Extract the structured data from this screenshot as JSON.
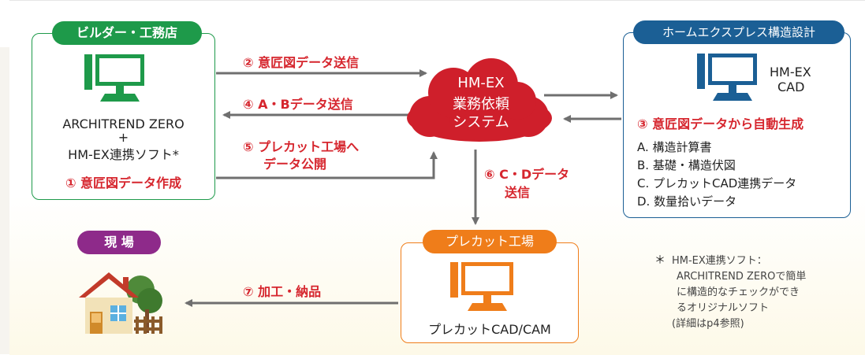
{
  "builder": {
    "tag": "ビルダー・工務店",
    "software_line1": "ARCHITREND ZERO",
    "plus": "+",
    "software_line2": "HM-EX連携ソフト*",
    "step1": "① 意匠図データ作成"
  },
  "center": {
    "line1": "HM-EX",
    "line2": "業務依頼",
    "line3": "システム"
  },
  "arrows": {
    "step2": "② 意匠図データ送信",
    "step4": "④ A・Bデータ送信",
    "step5_line1": "⑤ プレカット工場へ",
    "step5_line2": "データ公開",
    "step6_line1": "⑥ C・Dデータ",
    "step6_line2": "送信",
    "step7": "⑦ 加工・納品"
  },
  "homeexpress": {
    "tag": "ホームエクスプレス構造設計",
    "cad_line1": "HM-EX",
    "cad_line2": "CAD",
    "step3": "③ 意匠図データから自動生成",
    "outputs": [
      "A. 構造計算書",
      "B. 基礎・構造伏図",
      "C. プレカットCAD連携データ",
      "D. 数量拾いデータ"
    ]
  },
  "site": {
    "tag": "現 場"
  },
  "precut": {
    "tag": "プレカット工場",
    "software": "プレカットCAD/CAM"
  },
  "note": {
    "star": "＊",
    "lines": [
      "HM-EX連携ソフト：",
      "ARCHITREND ZEROで簡単",
      "に構造的なチェックができ",
      "るオリジナルソフト",
      "(詳細はp4参照)"
    ]
  },
  "colors": {
    "builder_green": "#1e9a4a",
    "homeexpress_blue": "#1b5f95",
    "precut_orange": "#ef7d1a",
    "site_purple": "#8e2a8a",
    "cloud_red": "#cf1f2b",
    "accent_red": "#d6262e"
  }
}
